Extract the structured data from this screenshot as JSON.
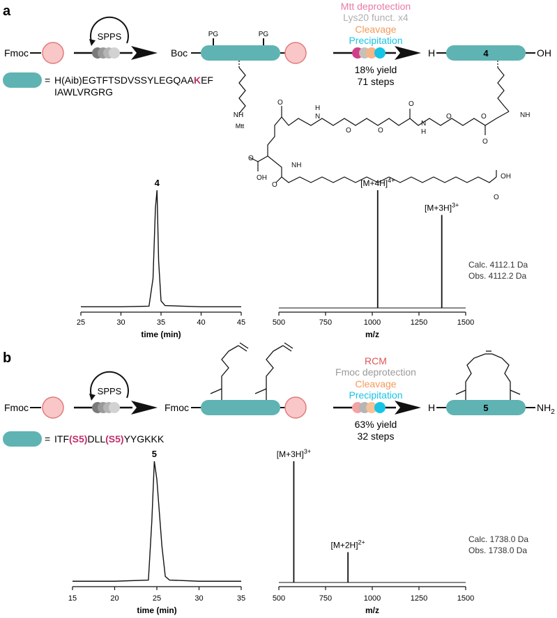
{
  "panel_a": {
    "letter": "a",
    "fmoc": "Fmoc",
    "spps": "SPPS",
    "legend_eq": "=",
    "sequence_pre": "H(Aib)EGTFTSDVSSYLEGQAA",
    "sequence_k": "K",
    "sequence_post": "EF",
    "sequence_line2": "IAWLVRGRG",
    "boc": "Boc",
    "pg1": "PG",
    "pg2": "PG",
    "nh": "NH",
    "mtt": "Mtt",
    "steps": [
      "Mtt deprotection",
      "Lys20 funct. x4",
      "Cleavage",
      "Precipitation"
    ],
    "yield": "18% yield",
    "step_count": "71 steps",
    "h": "H",
    "oh": "OH",
    "product": "4",
    "chem": {
      "h1": "H",
      "n1": "N",
      "o1": "O",
      "o2": "O",
      "o3": "O",
      "h2": "H",
      "n2": "N",
      "o4": "O",
      "o5": "O",
      "o6": "O",
      "nh2": "NH",
      "o7": "O",
      "oh1": "OH",
      "o8": "O",
      "nh3": "NH",
      "o9": "O",
      "oh2": "OH",
      "o10": "O"
    },
    "colors": {
      "peptide": "#5fb3b3",
      "resin": "#f5a3a3",
      "k_highlight": "#c0306a"
    }
  },
  "panel_b": {
    "letter": "b",
    "fmoc": "Fmoc",
    "fmoc2": "Fmoc",
    "spps": "SPPS",
    "legend_eq": "=",
    "seq_a": "ITF",
    "seq_s5a": "(S5)",
    "seq_b": "DLL",
    "seq_s5b": "(S5)",
    "seq_c": "YYGKKK",
    "steps": [
      "RCM",
      "Fmoc deprotection",
      "Cleavage",
      "Precipitation"
    ],
    "yield": "63% yield",
    "step_count": "32 steps",
    "h": "H",
    "nh2": "NH",
    "nh2_sub": "2",
    "product": "5",
    "colors": {
      "s5_highlight": "#c0306a"
    }
  },
  "chart_data": [
    {
      "type": "line",
      "peak_label": "4",
      "xlabel": "time (min)",
      "xlim": [
        25,
        45
      ],
      "x_ticks": [
        "25",
        "30",
        "35",
        "40",
        "45"
      ],
      "x": [
        25,
        30,
        33.5,
        34.0,
        34.3,
        34.5,
        34.7,
        35.0,
        35.5,
        40,
        45
      ],
      "y": [
        0.01,
        0.01,
        0.015,
        0.25,
        0.85,
        1.0,
        0.4,
        0.06,
        0.02,
        0.01,
        0.01
      ]
    },
    {
      "type": "bar",
      "xlabel": "m/z",
      "xlim": [
        500,
        1500
      ],
      "x_ticks": [
        "500",
        "750",
        "1000",
        "1250",
        "1500"
      ],
      "peaks": [
        {
          "mz": 1029,
          "intensity": 1.0,
          "label_main": "[M+4H]",
          "label_sup": "4+"
        },
        {
          "mz": 1372,
          "intensity": 0.79,
          "label_main": "[M+3H]",
          "label_sup": "3+"
        }
      ],
      "calc": "Calc. 4112.1 Da",
      "obs": "Obs. 4112.2 Da"
    },
    {
      "type": "line",
      "peak_label": "5",
      "xlabel": "time (min)",
      "xlim": [
        15,
        35
      ],
      "x_ticks": [
        "15",
        "20",
        "25",
        "30",
        "35"
      ],
      "x": [
        15,
        20,
        24.0,
        24.4,
        24.7,
        25.0,
        25.6,
        26.0,
        26.5,
        30,
        35
      ],
      "y": [
        0.01,
        0.01,
        0.02,
        0.5,
        1.0,
        0.85,
        0.3,
        0.05,
        0.02,
        0.01,
        0.01
      ]
    },
    {
      "type": "bar",
      "xlabel": "m/z",
      "xlim": [
        500,
        1500
      ],
      "x_ticks": [
        "500",
        "750",
        "1000",
        "1250",
        "1500"
      ],
      "peaks": [
        {
          "mz": 580,
          "intensity": 1.0,
          "label_main": "[M+3H]",
          "label_sup": "3+"
        },
        {
          "mz": 870,
          "intensity": 0.25,
          "label_main": "[M+2H]",
          "label_sup": "2+"
        }
      ],
      "calc": "Calc. 1738.0 Da",
      "obs": "Obs. 1738.0 Da"
    }
  ]
}
